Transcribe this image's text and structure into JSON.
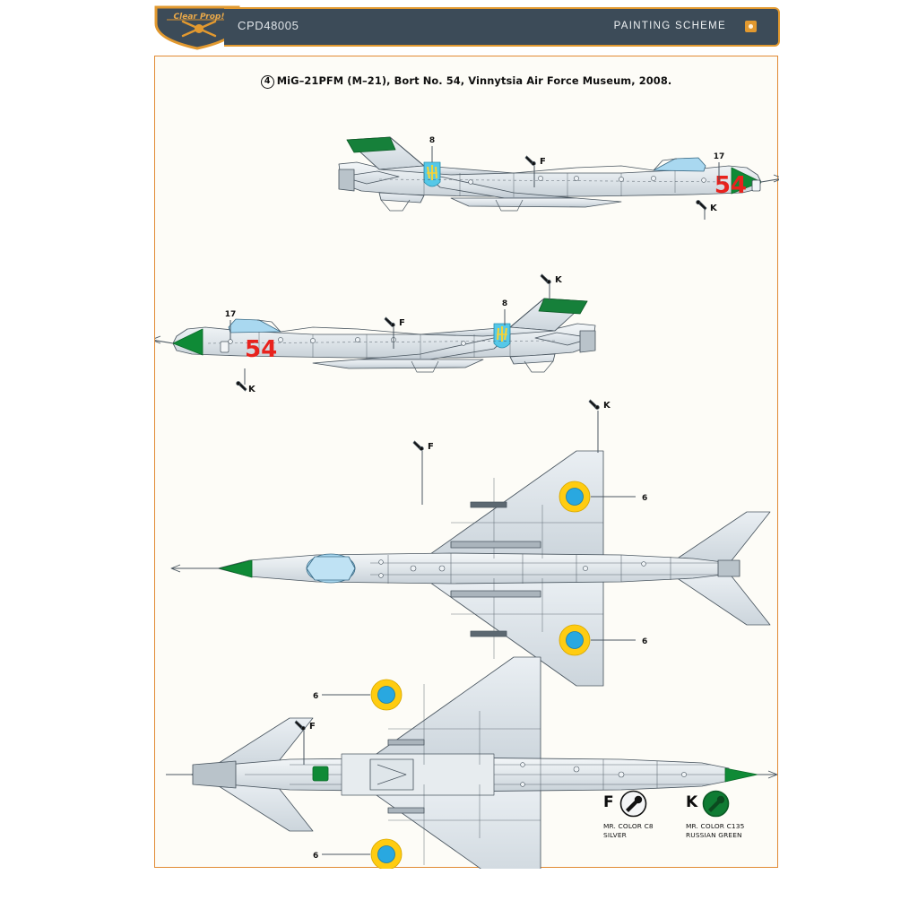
{
  "header": {
    "logo_name": "clear-prop-models-logo",
    "logo_text": "Clear Prop!",
    "kit_code": "CPD48005",
    "section_title": "PAINTING SCHEME",
    "badge_name": "orange-marker-badge",
    "plate_color": "#3c4b58",
    "accent_color": "#e2992f"
  },
  "sheet": {
    "scheme_number": "4",
    "title": "MiG–21PFM (M–21), Bort No. 54, Vinnytsia Air Force Museum, 2008.",
    "frame_color": "#e18a33",
    "paper_color": "#fdfcf7"
  },
  "views": [
    {
      "name": "starboard-side-view",
      "label": "Starboard side profile",
      "bort_number": "54",
      "callouts": [
        "8",
        "F",
        "17",
        "K"
      ]
    },
    {
      "name": "port-side-view",
      "label": "Port side profile",
      "bort_number": "54",
      "callouts": [
        "17",
        "F",
        "8",
        "K"
      ]
    },
    {
      "name": "top-plan-view",
      "label": "Upper surface plan",
      "callouts": [
        "K",
        "6",
        "F",
        "6"
      ]
    },
    {
      "name": "bottom-plan-view",
      "label": "Lower surface plan",
      "callouts": [
        "6",
        "F",
        "6"
      ]
    }
  ],
  "markings": {
    "bort_number": "54",
    "bort_color": "#e8221d",
    "roundel": {
      "name": "ukrainian-roundel",
      "callout": "6",
      "ring_color": "#ffcc11",
      "center_color": "#29a8e0"
    },
    "trident": {
      "name": "ukrainian-trident-insignia",
      "callout": "8",
      "shield_color": "#55c8e8",
      "device_color": "#f2d33a"
    },
    "nose_cone_color": "#0f8a36",
    "airframe_color": "#dfe4e8",
    "canopy_color": "#a9d8f0",
    "outline_color": "#4a5660"
  },
  "callout_letters": {
    "F": "F",
    "K": "K",
    "six": "6",
    "eight": "8",
    "seventeen": "17"
  },
  "legend": {
    "title": "paint-legend",
    "swatches": [
      {
        "code": "F",
        "line1": "MR. COLOR C8",
        "line2": "SILVER",
        "color": "#f4f5f6",
        "stroke": "#111111"
      },
      {
        "code": "K",
        "line1": "MR. COLOR C135",
        "line2": "RUSSIAN GREEN",
        "color": "#0f7c33",
        "stroke": "#0b5a25"
      }
    ]
  }
}
